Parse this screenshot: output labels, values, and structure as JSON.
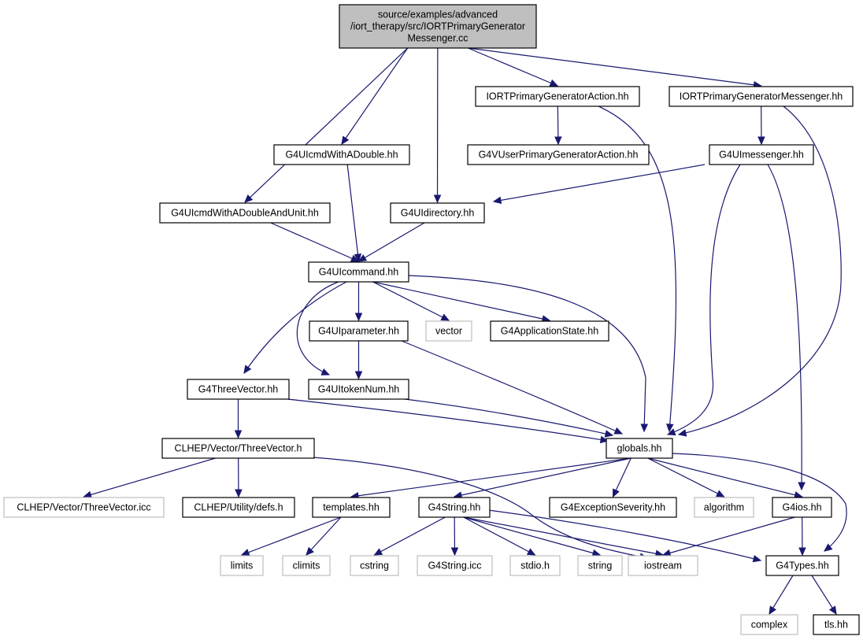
{
  "nodes": [
    {
      "id": "root",
      "lines": [
        "source/examples/advanced",
        "/iort_therapy/src/IORTPrimaryGenerator",
        "Messenger.cc"
      ],
      "kind": "root"
    },
    {
      "id": "pga",
      "lines": [
        "IORTPrimaryGeneratorAction.hh"
      ],
      "kind": "doc"
    },
    {
      "id": "pgm",
      "lines": [
        "IORTPrimaryGeneratorMessenger.hh"
      ],
      "kind": "doc"
    },
    {
      "id": "cmdDouble",
      "lines": [
        "G4UIcmdWithADouble.hh"
      ],
      "kind": "doc"
    },
    {
      "id": "vupga",
      "lines": [
        "G4VUserPrimaryGeneratorAction.hh"
      ],
      "kind": "doc"
    },
    {
      "id": "messenger",
      "lines": [
        "G4UImessenger.hh"
      ],
      "kind": "doc"
    },
    {
      "id": "cmdDoubleUnit",
      "lines": [
        "G4UIcmdWithADoubleAndUnit.hh"
      ],
      "kind": "doc"
    },
    {
      "id": "directory",
      "lines": [
        "G4UIdirectory.hh"
      ],
      "kind": "doc"
    },
    {
      "id": "command",
      "lines": [
        "G4UIcommand.hh"
      ],
      "kind": "doc"
    },
    {
      "id": "parameter",
      "lines": [
        "G4UIparameter.hh"
      ],
      "kind": "doc"
    },
    {
      "id": "vector",
      "lines": [
        "vector"
      ],
      "kind": "ext"
    },
    {
      "id": "appState",
      "lines": [
        "G4ApplicationState.hh"
      ],
      "kind": "doc"
    },
    {
      "id": "threeVec",
      "lines": [
        "G4ThreeVector.hh"
      ],
      "kind": "doc"
    },
    {
      "id": "tokenNum",
      "lines": [
        "G4UItokenNum.hh"
      ],
      "kind": "doc"
    },
    {
      "id": "clhepVec",
      "lines": [
        "CLHEP/Vector/ThreeVector.h"
      ],
      "kind": "doc"
    },
    {
      "id": "globals",
      "lines": [
        "globals.hh"
      ],
      "kind": "doc"
    },
    {
      "id": "clhepIcc",
      "lines": [
        "CLHEP/Vector/ThreeVector.icc"
      ],
      "kind": "ext"
    },
    {
      "id": "defs",
      "lines": [
        "CLHEP/Utility/defs.h"
      ],
      "kind": "doc"
    },
    {
      "id": "templates",
      "lines": [
        "templates.hh"
      ],
      "kind": "doc"
    },
    {
      "id": "g4string",
      "lines": [
        "G4String.hh"
      ],
      "kind": "doc"
    },
    {
      "id": "excSev",
      "lines": [
        "G4ExceptionSeverity.hh"
      ],
      "kind": "doc"
    },
    {
      "id": "algorithm",
      "lines": [
        "algorithm"
      ],
      "kind": "ext"
    },
    {
      "id": "g4ios",
      "lines": [
        "G4ios.hh"
      ],
      "kind": "doc"
    },
    {
      "id": "limits",
      "lines": [
        "limits"
      ],
      "kind": "ext"
    },
    {
      "id": "climits",
      "lines": [
        "climits"
      ],
      "kind": "ext"
    },
    {
      "id": "cstring",
      "lines": [
        "cstring"
      ],
      "kind": "ext"
    },
    {
      "id": "g4stringIcc",
      "lines": [
        "G4String.icc"
      ],
      "kind": "ext"
    },
    {
      "id": "stdio",
      "lines": [
        "stdio.h"
      ],
      "kind": "ext"
    },
    {
      "id": "string",
      "lines": [
        "string"
      ],
      "kind": "ext"
    },
    {
      "id": "iostream",
      "lines": [
        "iostream"
      ],
      "kind": "ext"
    },
    {
      "id": "types",
      "lines": [
        "G4Types.hh"
      ],
      "kind": "doc"
    },
    {
      "id": "complex",
      "lines": [
        "complex"
      ],
      "kind": "ext"
    },
    {
      "id": "tls",
      "lines": [
        "tls.hh"
      ],
      "kind": "doc"
    }
  ],
  "edges": [
    {
      "from": "root",
      "to": "pga"
    },
    {
      "from": "root",
      "to": "pgm"
    },
    {
      "from": "root",
      "to": "cmdDouble"
    },
    {
      "from": "root",
      "to": "cmdDoubleUnit"
    },
    {
      "from": "root",
      "to": "directory"
    },
    {
      "from": "pga",
      "to": "vupga"
    },
    {
      "from": "pga",
      "to": "globals"
    },
    {
      "from": "pgm",
      "to": "messenger"
    },
    {
      "from": "pgm",
      "to": "globals"
    },
    {
      "from": "messenger",
      "to": "directory"
    },
    {
      "from": "messenger",
      "to": "globals"
    },
    {
      "from": "messenger",
      "to": "g4ios"
    },
    {
      "from": "cmdDouble",
      "to": "command"
    },
    {
      "from": "cmdDoubleUnit",
      "to": "command"
    },
    {
      "from": "directory",
      "to": "command"
    },
    {
      "from": "command",
      "to": "parameter"
    },
    {
      "from": "command",
      "to": "vector"
    },
    {
      "from": "command",
      "to": "appState"
    },
    {
      "from": "command",
      "to": "threeVec"
    },
    {
      "from": "command",
      "to": "tokenNum"
    },
    {
      "from": "command",
      "to": "globals"
    },
    {
      "from": "parameter",
      "to": "tokenNum"
    },
    {
      "from": "parameter",
      "to": "globals"
    },
    {
      "from": "tokenNum",
      "to": "globals"
    },
    {
      "from": "threeVec",
      "to": "clhepVec"
    },
    {
      "from": "threeVec",
      "to": "globals"
    },
    {
      "from": "clhepVec",
      "to": "clhepIcc"
    },
    {
      "from": "clhepVec",
      "to": "defs"
    },
    {
      "from": "clhepVec",
      "to": "iostream"
    },
    {
      "from": "globals",
      "to": "templates"
    },
    {
      "from": "globals",
      "to": "g4string"
    },
    {
      "from": "globals",
      "to": "excSev"
    },
    {
      "from": "globals",
      "to": "algorithm"
    },
    {
      "from": "globals",
      "to": "g4ios"
    },
    {
      "from": "globals",
      "to": "types"
    },
    {
      "from": "templates",
      "to": "limits"
    },
    {
      "from": "templates",
      "to": "climits"
    },
    {
      "from": "g4string",
      "to": "cstring"
    },
    {
      "from": "g4string",
      "to": "g4stringIcc"
    },
    {
      "from": "g4string",
      "to": "stdio"
    },
    {
      "from": "g4string",
      "to": "string"
    },
    {
      "from": "g4string",
      "to": "iostream"
    },
    {
      "from": "g4string",
      "to": "types"
    },
    {
      "from": "g4ios",
      "to": "iostream"
    },
    {
      "from": "g4ios",
      "to": "types"
    },
    {
      "from": "types",
      "to": "complex"
    },
    {
      "from": "types",
      "to": "tls"
    }
  ],
  "colors": {
    "edge": "#191970",
    "root_fill": "#bfbfbf",
    "external_border": "#bfbfbf",
    "node_border": "#000000"
  }
}
